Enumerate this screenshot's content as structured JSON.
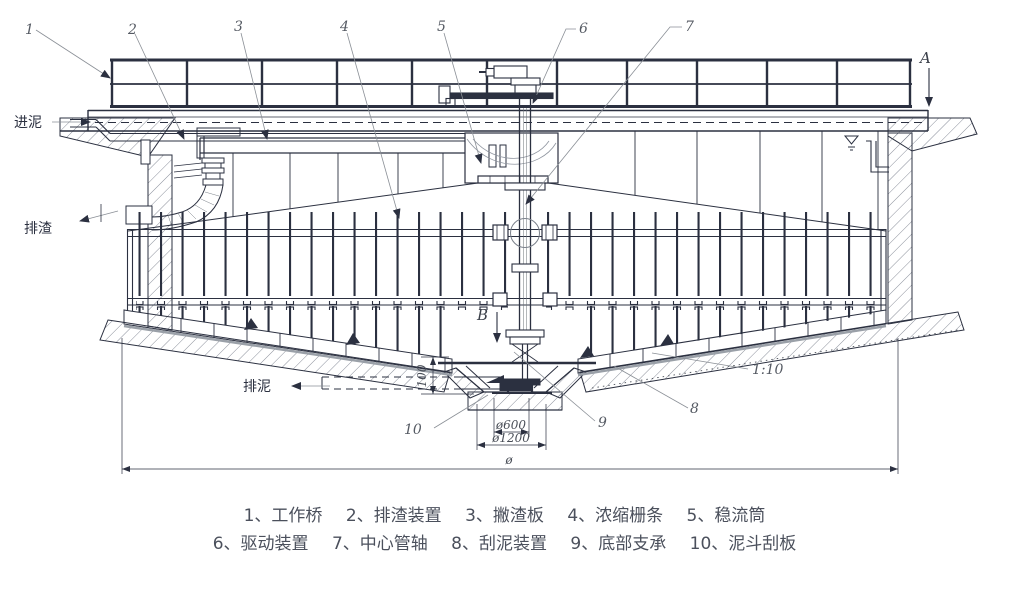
{
  "drawing_type": "gravity-sludge-thickener-section",
  "colors": {
    "line": "#2b3040",
    "leader": "#8a8f96",
    "text": "#4b505c",
    "hatch": "#596070"
  },
  "labels": {
    "inlet": "进泥",
    "scum_out": "排渣",
    "sludge_out": "排泥",
    "slope": "1:10"
  },
  "sections": {
    "a": "A",
    "b": "B"
  },
  "callouts": {
    "c1": "1",
    "c2": "2",
    "c3": "3",
    "c4": "4",
    "c5": "5",
    "c6": "6",
    "c7": "7",
    "c8": "8",
    "c9": "9",
    "c10": "10"
  },
  "dimensions": {
    "hopper_bottom": "ø600",
    "hopper_top": "ø1200",
    "overall": "ø",
    "depth": "100"
  },
  "legend": {
    "items": [
      {
        "label": "1、工作桥"
      },
      {
        "label": "2、排渣装置"
      },
      {
        "label": "3、撇渣板"
      },
      {
        "label": "4、浓缩栅条"
      },
      {
        "label": "5、稳流筒"
      },
      {
        "label": "6、驱动装置"
      },
      {
        "label": "7、中心管轴"
      },
      {
        "label": "8、刮泥装置"
      },
      {
        "label": "9、底部支承"
      },
      {
        "label": "10、泥斗刮板"
      }
    ]
  }
}
